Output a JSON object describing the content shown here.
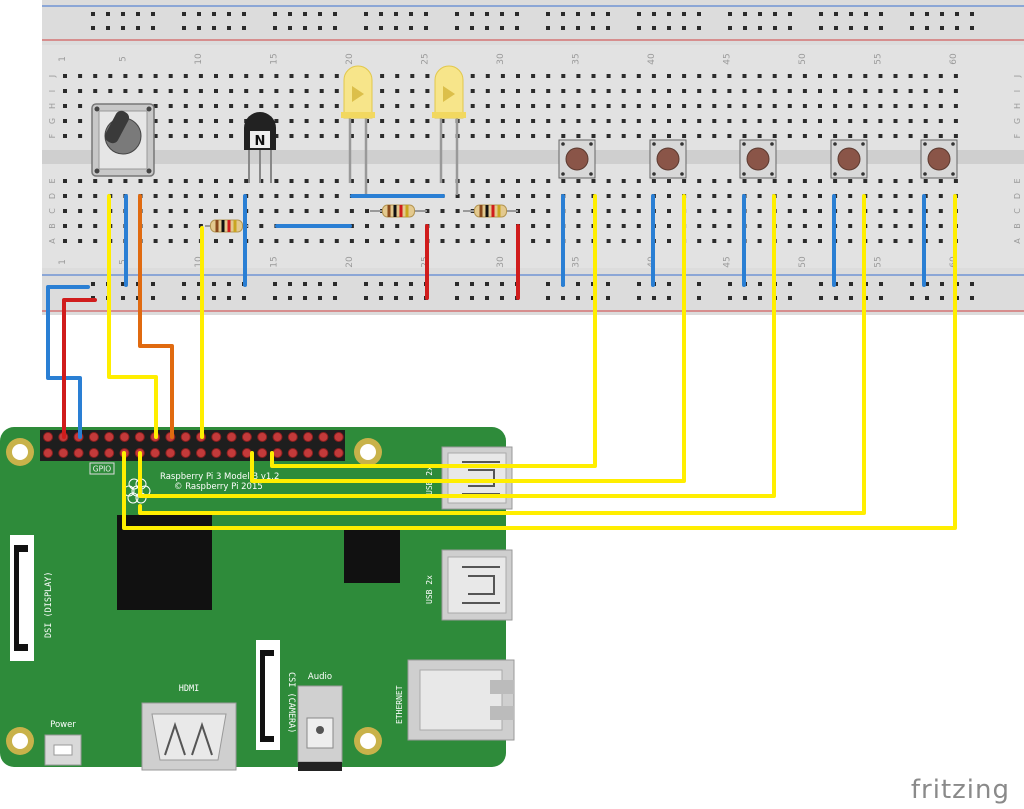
{
  "breadboard": {
    "column_numbers": [
      "1",
      "5",
      "10",
      "15",
      "20",
      "25",
      "30",
      "35",
      "40",
      "45",
      "50",
      "55",
      "60"
    ],
    "row_letters_top": [
      "J",
      "I",
      "H",
      "G",
      "F"
    ],
    "row_letters_bottom": [
      "E",
      "D",
      "C",
      "B",
      "A"
    ]
  },
  "components": {
    "transistor_label": "N"
  },
  "raspberry_pi": {
    "gpio_label": "GPIO",
    "model_label": "Raspberry Pi 3 Model B v1.2",
    "copyright_label": "© Raspberry Pi 2015",
    "dsi_label": "DSI (DISPLAY)",
    "csi_label": "CSI (CAMERA)",
    "hdmi_label": "HDMI",
    "power_label": "Power",
    "audio_label": "Audio",
    "usb_label_top": "USB 2x",
    "usb_label_bottom": "USB 2x",
    "ethernet_label": "ETHERNET"
  },
  "colors": {
    "board_green": "#2e8b3a",
    "wire_yellow": "#ffee00",
    "wire_blue": "#2a7fd4",
    "wire_red": "#d01c1c",
    "wire_orange": "#e06a10",
    "led_yellow": "#f7e58a"
  },
  "footer": {
    "brand": "fritzing"
  }
}
